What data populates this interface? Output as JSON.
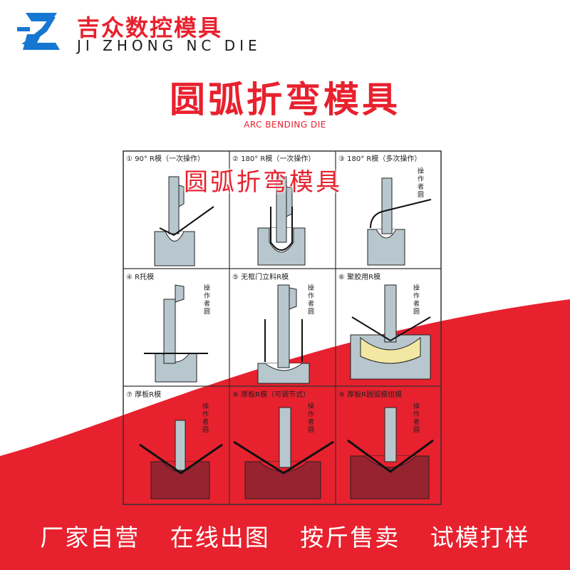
{
  "brand": {
    "name_cn": "吉众数控模具",
    "name_en": "JI ZHONG NC DIE"
  },
  "title": {
    "main": "圆弧折弯模具",
    "sub": "ARC BENDING DIE",
    "overlay": "圆弧折弯模具"
  },
  "diagram": {
    "cells": [
      {
        "label": "① 90° R模（一次操作）",
        "note": ""
      },
      {
        "label": "② 180° R模（一次操作）",
        "note": ""
      },
      {
        "label": "③ 180° R模（多次操作）",
        "note": "操作者圆"
      },
      {
        "label": "④ R托模",
        "note": "操作者圆"
      },
      {
        "label": "⑤ 无框门立料R模",
        "note": "操作者圆"
      },
      {
        "label": "⑥ 聚胶用R模",
        "note": "操作者圆"
      },
      {
        "label": "⑦ 厚板R模",
        "note": "操作者圆"
      },
      {
        "label": "⑧ 厚板R模（可调节式）",
        "note": "操作者圆"
      },
      {
        "label": "⑨ 厚板R圆弧模组模",
        "note": "操作者圆"
      }
    ]
  },
  "slogans": [
    "厂家自营",
    "在线出图",
    "按斤售卖",
    "试模打样"
  ],
  "colors": {
    "accent": "#e8212e",
    "logo_blue": "#1677d2",
    "die_fill": "#b7c7cd",
    "die_fill_bottom": "#8a2330",
    "rubber": "#f3e8a3"
  }
}
